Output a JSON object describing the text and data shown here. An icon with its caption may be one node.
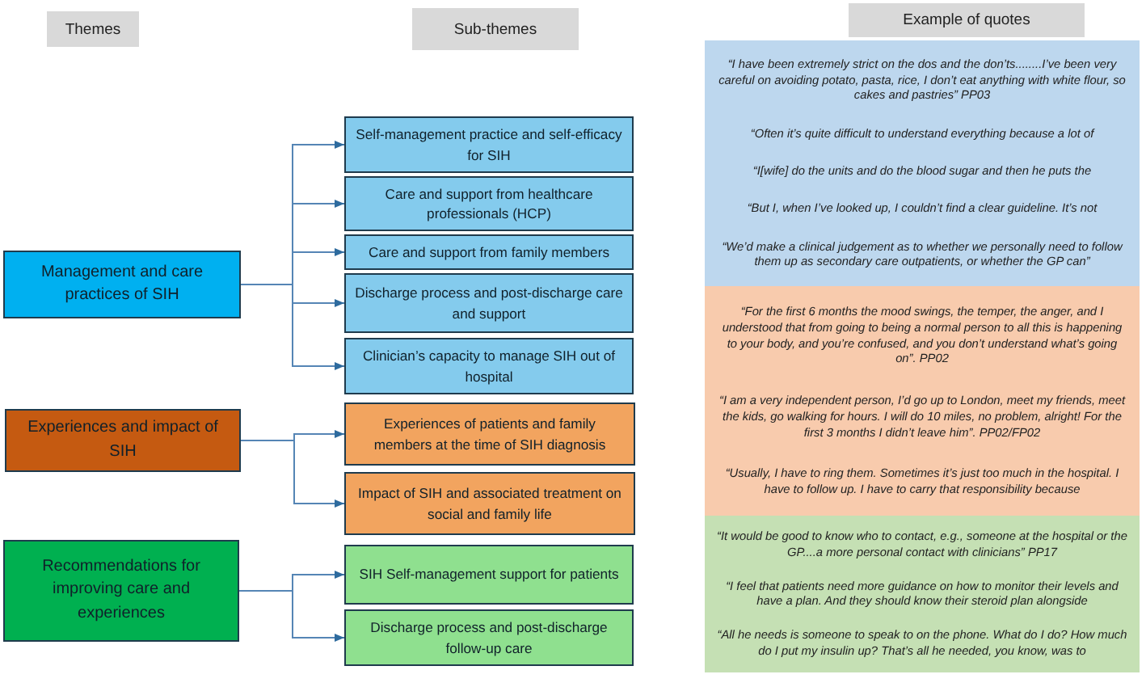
{
  "diagram": {
    "nodes": [
      {
        "text": [
          "Themes"
        ]
      },
      {
        "text": [
          "Sub-themes"
        ]
      },
      {
        "text": [
          "Example of quotes"
        ]
      },
      {
        "text": [
          "Management and care practices of SIH"
        ]
      },
      {
        "text": [
          "Self-management practice and self-efficacy for SIH"
        ]
      },
      {
        "text": [
          "Care and support from healthcare professionals (HCP)"
        ]
      },
      {
        "text": [
          "Care and support from family members"
        ]
      },
      {
        "text": [
          "Discharge process and post-discharge care and support"
        ]
      },
      {
        "text": [
          "Clinician’s capacity to manage SIH out of hospital"
        ]
      },
      {
        "text": [
          "Experiences and impact of SIH"
        ]
      },
      {
        "text": [
          "Experiences of patients and family members at the time of SIH diagnosis"
        ]
      },
      {
        "text": [
          "Impact of SIH and associated treatment on social and family life"
        ]
      },
      {
        "text": [
          "Recommendations for improving care and experiences"
        ]
      },
      {
        "text": [
          "SIH Self-management support for patients"
        ]
      },
      {
        "text": [
          "Discharge process and post-discharge follow-up care"
        ]
      },
      {
        "text": [
          "“I have been extremely strict on the dos and the don’ts........I’ve been very careful on avoiding potato, pasta, rice, I don’t eat anything with white flour, so cakes and pastries” PP03",
          "“Often it’s quite difficult to understand everything because a lot of",
          "“I[wife] do the units and do the blood sugar and then he puts the",
          "“But I, when I’ve looked up, I couldn’t find a clear guideline. It’s not",
          "“We’d make a clinical judgement as to whether we personally need to follow them up as secondary care outpatients, or whether the GP can”"
        ]
      },
      {
        "text": [
          "“For the first 6 months the mood swings, the temper, the anger, and I understood that from going to being a normal person to all this is happening to your body, and you’re confused, and you don’t understand what’s going on”. PP02",
          "“I am a very independent person, I’d go up to London, meet my friends, meet the kids, go walking for hours. I will do 10 miles, no problem, alright! For the first 3 months I didn’t leave him”. PP02/FP02",
          "“Usually, I have to ring them. Sometimes it’s just too much in the hospital. I have to follow up. I have to carry that responsibility because"
        ]
      },
      {
        "text": [
          "“It would be good to know who to contact, e.g., someone at the hospital or the GP....a more personal contact with clinicians” PP17",
          "“I feel that patients need more guidance on how to monitor their levels and have a plan. And they should know their steroid plan alongside",
          "“All he needs is someone to speak to on the phone. What do I do? How much do I put my insulin up? That’s all he needed, you know, was to"
        ]
      }
    ],
    "edges": [
      {
        "from": 3,
        "to": 4,
        "arrow": "to"
      },
      {
        "from": 3,
        "to": 5,
        "arrow": "to"
      },
      {
        "from": 3,
        "to": 6,
        "arrow": "to"
      },
      {
        "from": 3,
        "to": 7,
        "arrow": "to"
      },
      {
        "from": 3,
        "to": 8,
        "arrow": "to"
      },
      {
        "from": 9,
        "to": 10,
        "arrow": "to"
      },
      {
        "from": 9,
        "to": 11,
        "arrow": "to"
      },
      {
        "from": 12,
        "to": 13,
        "arrow": "to"
      },
      {
        "from": 12,
        "to": 14,
        "arrow": "to"
      }
    ]
  }
}
